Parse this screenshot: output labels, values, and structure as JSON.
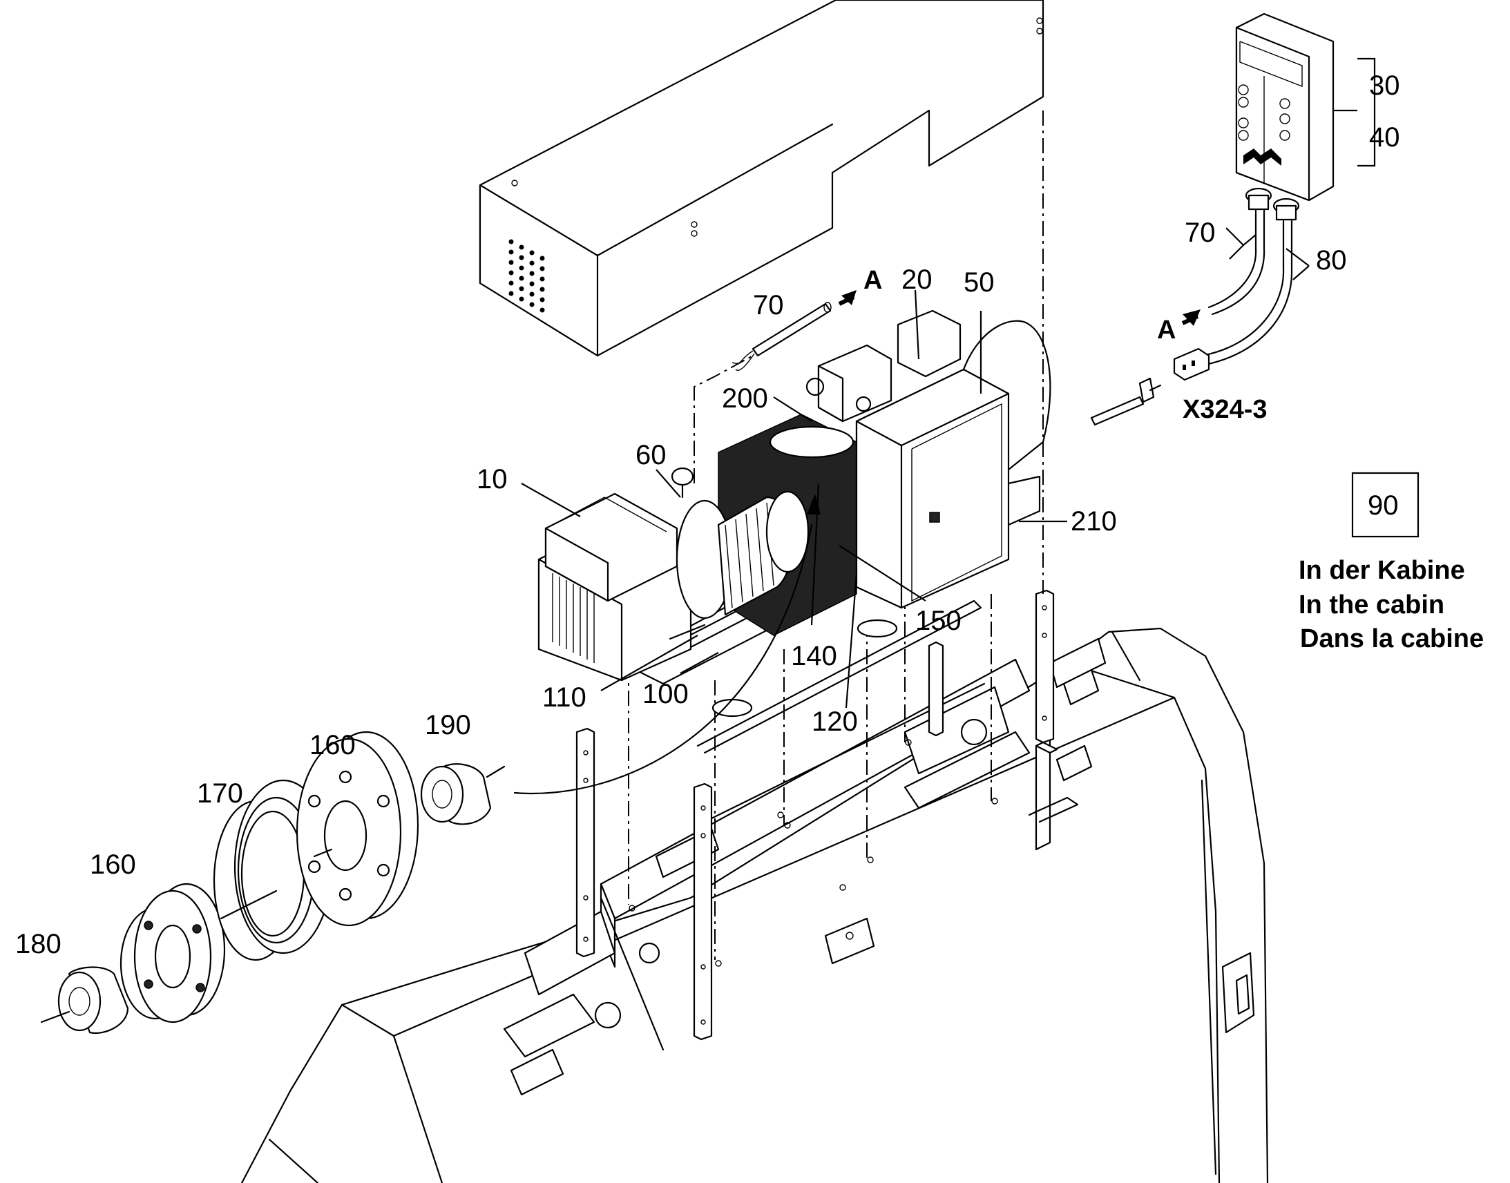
{
  "callouts": {
    "c10": "10",
    "c20": "20",
    "c30": "30",
    "c40": "40",
    "c50": "50",
    "c60": "60",
    "c70_main": "70",
    "c70_side": "70",
    "c80": "80",
    "c90": "90",
    "c100": "100",
    "c110": "110",
    "c120": "120",
    "c140": "140",
    "c150": "150",
    "c160_a": "160",
    "c160_b": "160",
    "c170": "170",
    "c180": "180",
    "c190": "190",
    "c200": "200",
    "c210": "210"
  },
  "markers": {
    "arrow_a_main": "A",
    "arrow_a_side": "A",
    "connector": "X324-3"
  },
  "note": {
    "line_de": "In der Kabine",
    "line_en": "In the cabin",
    "line_fr": "Dans la cabine"
  }
}
